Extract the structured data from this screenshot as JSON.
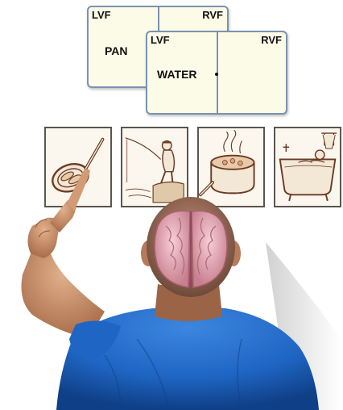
{
  "screens": {
    "back": {
      "lvf": "LVF",
      "rvf": "RVF",
      "word": "PAN"
    },
    "front": {
      "lvf": "LVF",
      "rvf": "RVF",
      "word": "WATER"
    }
  },
  "cards": [
    {
      "icon": "frying-pan-icon"
    },
    {
      "icon": "fishing-man-icon"
    },
    {
      "icon": "boiling-pot-icon"
    },
    {
      "icon": "bathtub-person-icon"
    }
  ],
  "figure": {
    "shirt_color": "#1f66c4",
    "brain_color": "#e6aab4",
    "skin_color": "#c98f6a"
  }
}
